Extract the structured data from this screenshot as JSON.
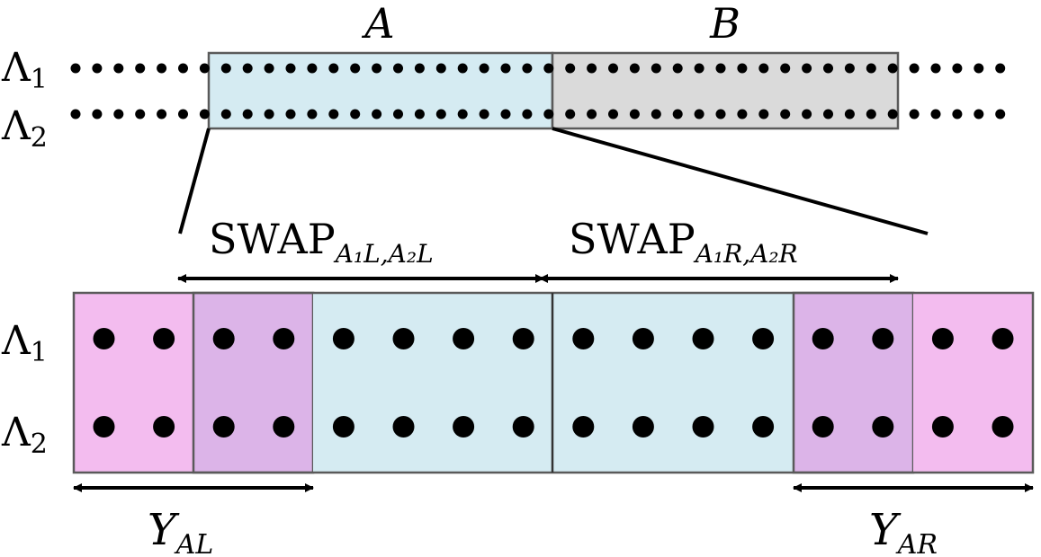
{
  "colors": {
    "region_a": "#d5ebf2",
    "region_b": "#dadada",
    "outer_pink": "#f3bcef",
    "overlap_purple": "#dcb4e8",
    "border": "#5a5a5a",
    "ink": "#000000"
  },
  "top_chain": {
    "row1_label": {
      "base": "Λ",
      "sub": "1"
    },
    "row2_label": {
      "base": "Λ",
      "sub": "2"
    },
    "region_a_label": "A",
    "region_b_label": "B",
    "sites_left_outside": 6,
    "sites_in_a": 16,
    "sites_in_b": 16,
    "sites_right_outside": 6
  },
  "zoom": {
    "row1_label": {
      "base": "Λ",
      "sub": "1"
    },
    "row2_label": {
      "base": "Λ",
      "sub": "2"
    },
    "sites_per_row": 16,
    "swap_left": {
      "base": "SWAP",
      "sub": "A₁L,A₂L"
    },
    "swap_right": {
      "base": "SWAP",
      "sub": "A₁R,A₂R"
    },
    "y_left": {
      "base": "Y",
      "sub": "AL"
    },
    "y_right": {
      "base": "Y",
      "sub": "AR"
    }
  }
}
